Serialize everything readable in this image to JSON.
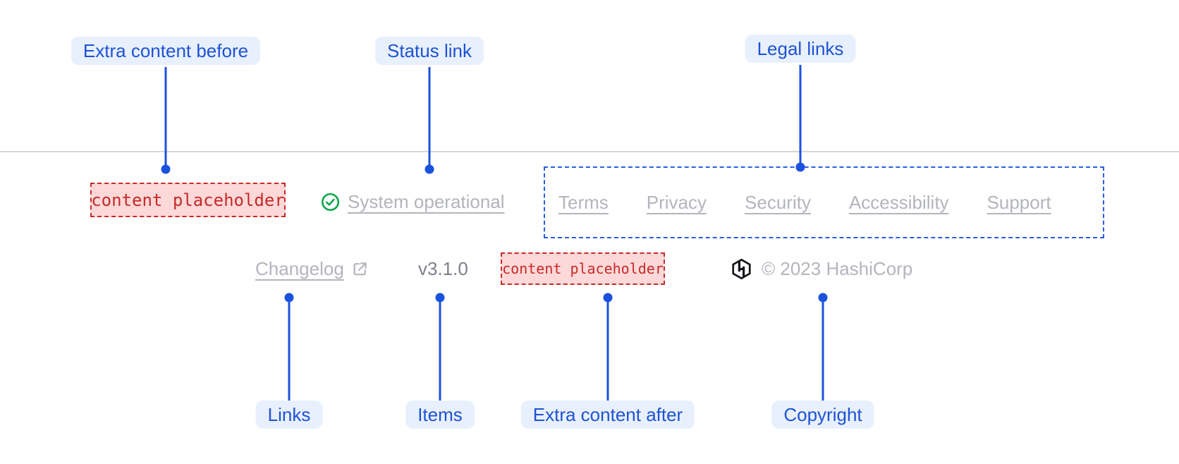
{
  "annotations": {
    "extra_content_before": "Extra content before",
    "status_link": "Status link",
    "legal_links": "Legal links",
    "links": "Links",
    "items": "Items",
    "extra_content_after": "Extra content after",
    "copyright": "Copyright"
  },
  "footer": {
    "extra_content_before": "content placeholder",
    "status": {
      "label": "System operational",
      "icon": "check-circle-icon"
    },
    "legal_links": [
      "Terms",
      "Privacy",
      "Security",
      "Accessibility",
      "Support"
    ],
    "links": [
      {
        "label": "Changelog",
        "icon": "external-link-icon"
      }
    ],
    "items": [
      "v3.1.0"
    ],
    "extra_content_after": "content placeholder",
    "copyright_text": "© 2023 HashiCorp",
    "logo": "hashicorp-logo"
  },
  "colors": {
    "annotation_blue": "#1b52dd",
    "annotation_pill_bg": "#e9f0fd",
    "annotation_pill_text": "#1d53d3",
    "placeholder_red": "#c62a2a",
    "placeholder_bg": "#fdd8d8",
    "legal_region_border": "#2a5fe0",
    "status_green": "#0ca74a",
    "faint_text": "#b3b5bc",
    "item_text": "#7d808a",
    "divider": "#d5d6db",
    "logo_black": "#15161a"
  }
}
